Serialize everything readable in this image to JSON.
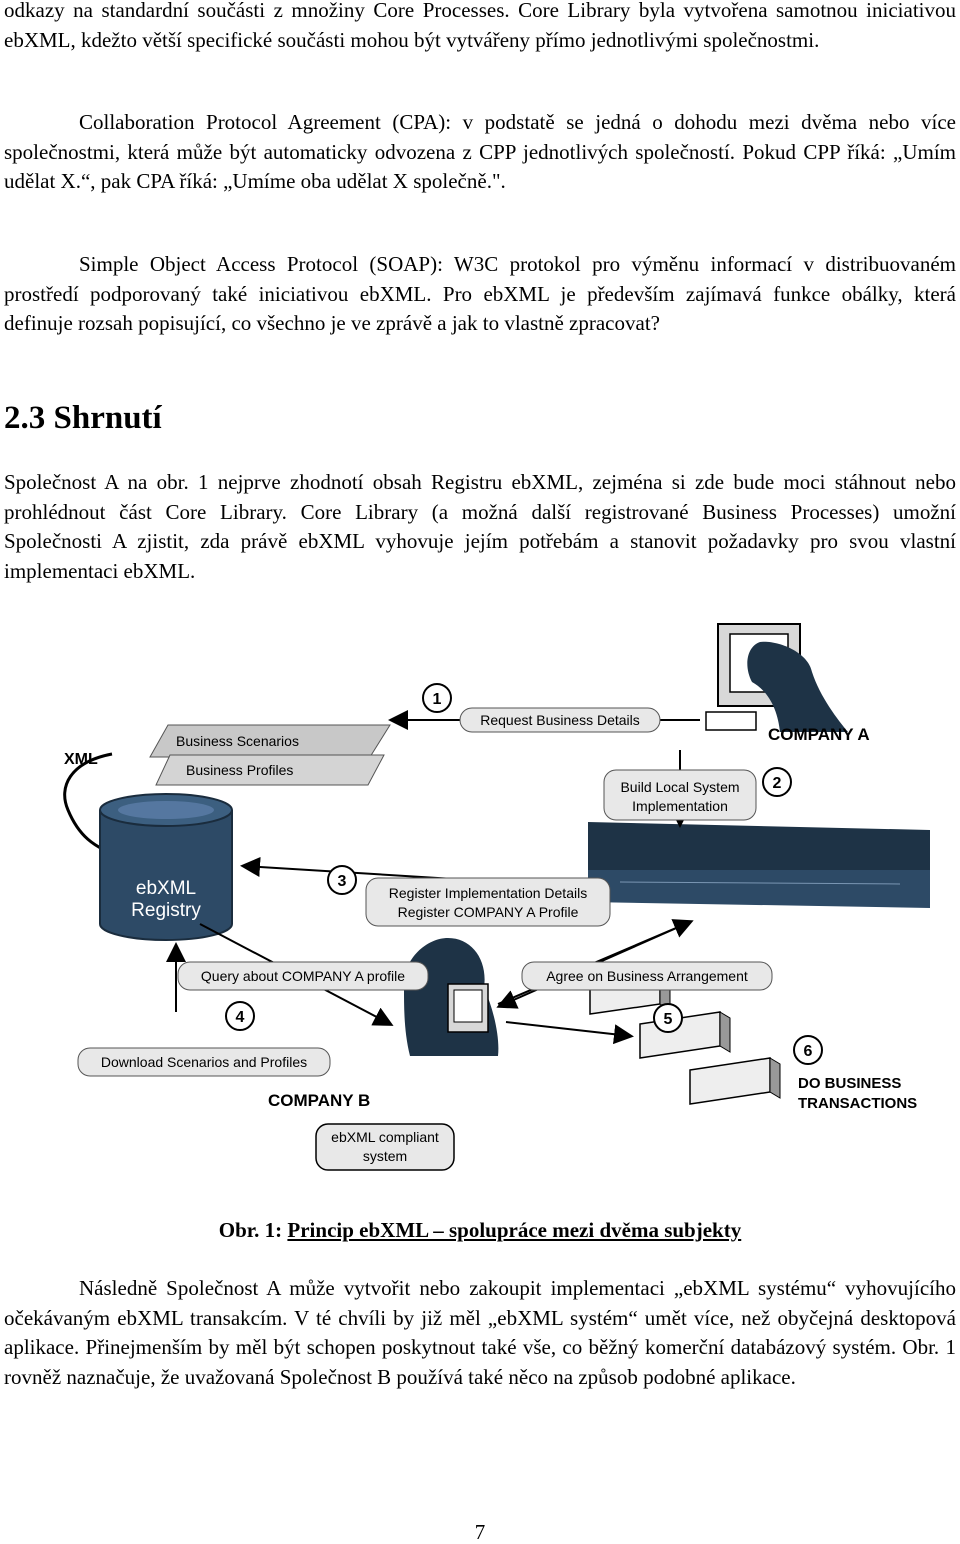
{
  "paragraphs": {
    "p1": "odkazy na standardní součásti z množiny Core Processes. Core Library byla vytvořena samotnou iniciativou ebXML, kdežto větší specifické součásti mohou být vytvářeny přímo jednotlivými společnostmi.",
    "p2": "Collaboration Protocol Agreement (CPA): v podstatě se jedná o dohodu mezi dvěma nebo více společnostmi, která může být automaticky odvozena z CPP jednotlivých společností. Pokud CPP říká: „Umím udělat X.“, pak CPA říká: „Umíme oba udělat X společně.\".",
    "p3": "Simple Object Access Protocol (SOAP): W3C protokol pro výměnu informací v distribuovaném prostředí podporovaný také iniciativou ebXML. Pro ebXML je především zajímavá funkce obálky, která definuje rozsah popisující, co všechno je ve zprávě a jak to vlastně zpracovat?",
    "p4": "Společnost A na obr. 1 nejprve zhodnotí obsah Registru ebXML, zejména si zde bude moci stáhnout nebo prohlédnout část Core Library. Core Library (a možná další registrované Business Processes) umožní Společnosti A zjistit, zda právě ebXML vyhovuje jejím potřebám a stanovit požadavky pro svou vlastní implementaci ebXML.",
    "p5": "Následně Společnost A může vytvořit nebo zakoupit implementaci „ebXML systému“ vyhovujícího očekávaným ebXML transakcím. V té chvíli by již měl „ebXML systém“ umět více, než obyčejná desktopová aplikace. Přinejmenším by měl být schopen poskytnout také vše, co běžný komerční databázový systém. Obr. 1 rovněž naznačuje, že uvažovaná Společnost B používá také něco na způsob podobné aplikace."
  },
  "section_heading": "2.3 Shrnutí",
  "figure": {
    "xml_label": "XML",
    "layer_top": "Business Scenarios",
    "layer_bottom": "Business Profiles",
    "registry_line1": "ebXML",
    "registry_line2": "Registry",
    "company_a": "COMPANY A",
    "company_b": "COMPANY B",
    "step1": "1",
    "step2": "2",
    "step3": "3",
    "step4": "4",
    "step5": "5",
    "step6": "6",
    "label1": "Request Business Details",
    "label2_line1": "Build Local System",
    "label2_line2": "Implementation",
    "label3_line1": "Register Implementation Details",
    "label3_line2": "Register COMPANY A Profile",
    "label_query": "Query about COMPANY A profile",
    "label_agree": "Agree on Business Arrangement",
    "label_download": "Download Scenarios and Profiles",
    "label6_line1": "DO BUSINESS",
    "label6_line2": "TRANSACTIONS",
    "compliant_line1": "ebXML compliant",
    "compliant_line2": "system",
    "accent_color": "#000000"
  },
  "caption": {
    "prefix": "Obr. 1: ",
    "title": "Princip ebXML – spolupráce mezi dvěma subjekty"
  },
  "page_number": "7"
}
